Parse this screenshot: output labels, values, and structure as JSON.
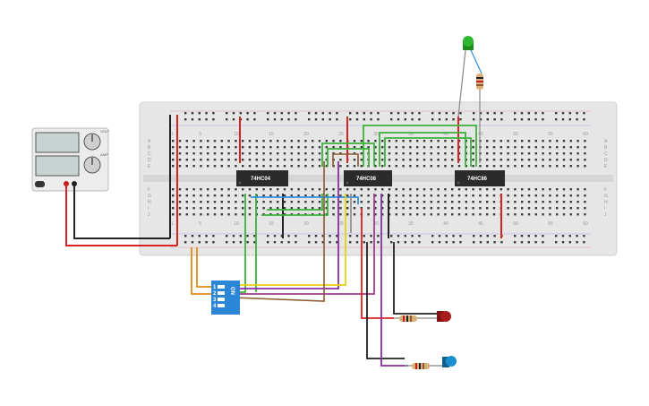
{
  "chips": [
    {
      "id": "u1",
      "label": "74HC04"
    },
    {
      "id": "u2",
      "label": "74HC08"
    },
    {
      "id": "u3",
      "label": "74HC86"
    }
  ],
  "column_numbers_top": [
    "1",
    "5",
    "10",
    "15",
    "20",
    "25",
    "30",
    "35",
    "40",
    "45",
    "50",
    "55",
    "60"
  ],
  "column_numbers_bottom": [
    "1",
    "5",
    "10",
    "15",
    "20",
    "25",
    "30",
    "35",
    "40",
    "45",
    "50",
    "55",
    "60"
  ],
  "row_letters_top": [
    "A",
    "B",
    "C",
    "D",
    "E"
  ],
  "row_letters_bottom": [
    "F",
    "G",
    "H",
    "I",
    "J"
  ],
  "dip_switch": {
    "on_label": "ON",
    "numbers": [
      "1",
      "2",
      "3",
      "4"
    ]
  },
  "power_supply": {
    "knob_labels": [
      "VOLT",
      "AMP"
    ]
  },
  "colors": {
    "breadboard": "#e3e3e3",
    "rail_red": "#e02020",
    "rail_black": "#222222",
    "wire_red": "#d72222",
    "wire_black": "#222222",
    "wire_green": "#3ab33a",
    "wire_blue": "#2f8fe0",
    "wire_purple": "#8a2fa0",
    "wire_magenta": "#a03c8a",
    "wire_orange": "#e08a18",
    "wire_yellow": "#e8d010",
    "wire_brown": "#8a5a30",
    "wire_gray": "#888888",
    "chip": "#2b2b2b",
    "dip": "#2c86d8",
    "led_green": "#2fb82f",
    "led_red": "#a81c1c",
    "led_blue": "#1a8fd0"
  }
}
